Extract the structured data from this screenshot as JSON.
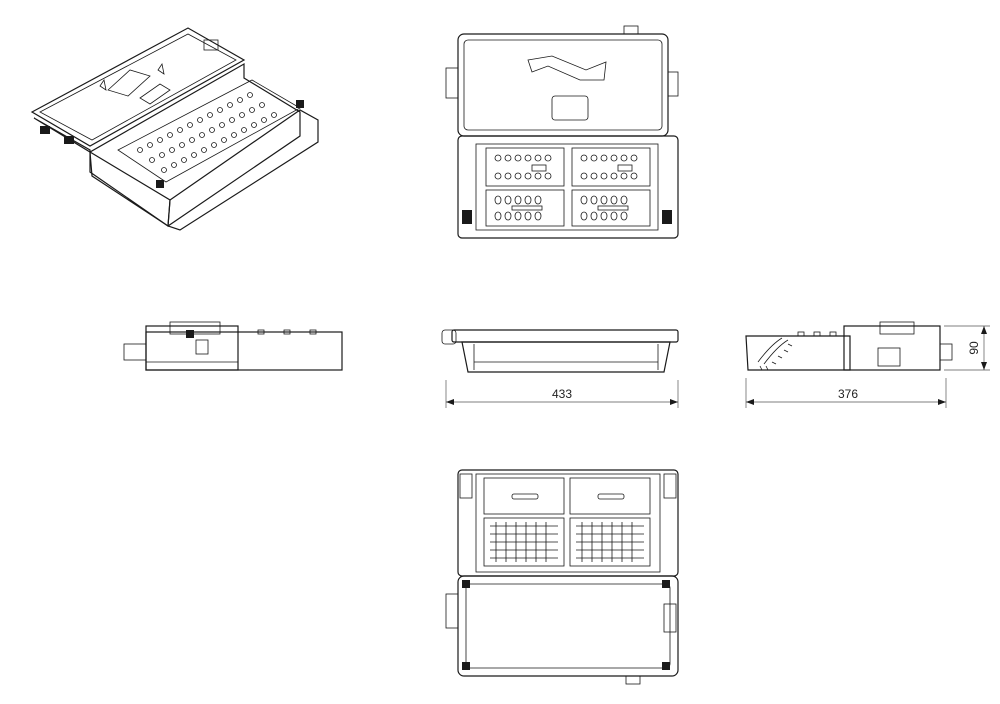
{
  "dimensions": {
    "width": "433",
    "depth": "376",
    "height": "90"
  }
}
